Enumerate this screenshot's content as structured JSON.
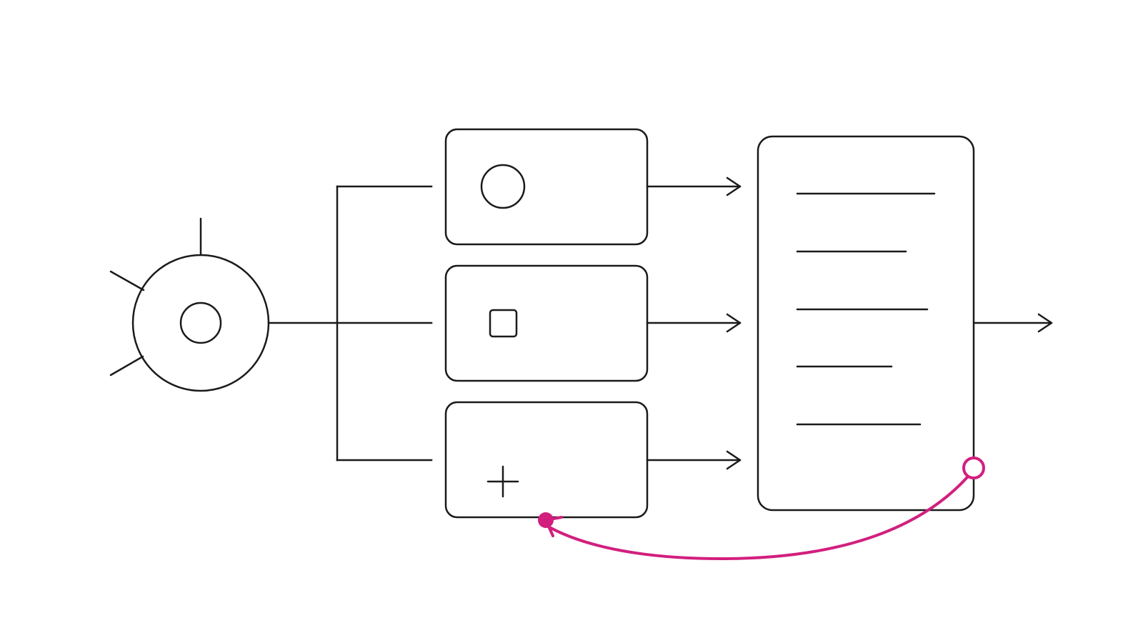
{
  "colors": {
    "stroke": "#1a1a1a",
    "accent": "#d21f7e",
    "background": "#ffffff"
  },
  "source": {
    "icon": "emitter-sun-icon",
    "ray_count": 3
  },
  "stages": [
    {
      "id": "stage-1",
      "icon": "circle-icon"
    },
    {
      "id": "stage-2",
      "icon": "square-icon"
    },
    {
      "id": "stage-3",
      "icon": "plus-icon"
    }
  ],
  "document": {
    "icon": "document-lines-icon",
    "line_count": 5
  },
  "feedback": {
    "from": "document",
    "to": "stage-3",
    "start_marker": "hollow-circle",
    "end_marker": "filled-dot-arrow"
  }
}
